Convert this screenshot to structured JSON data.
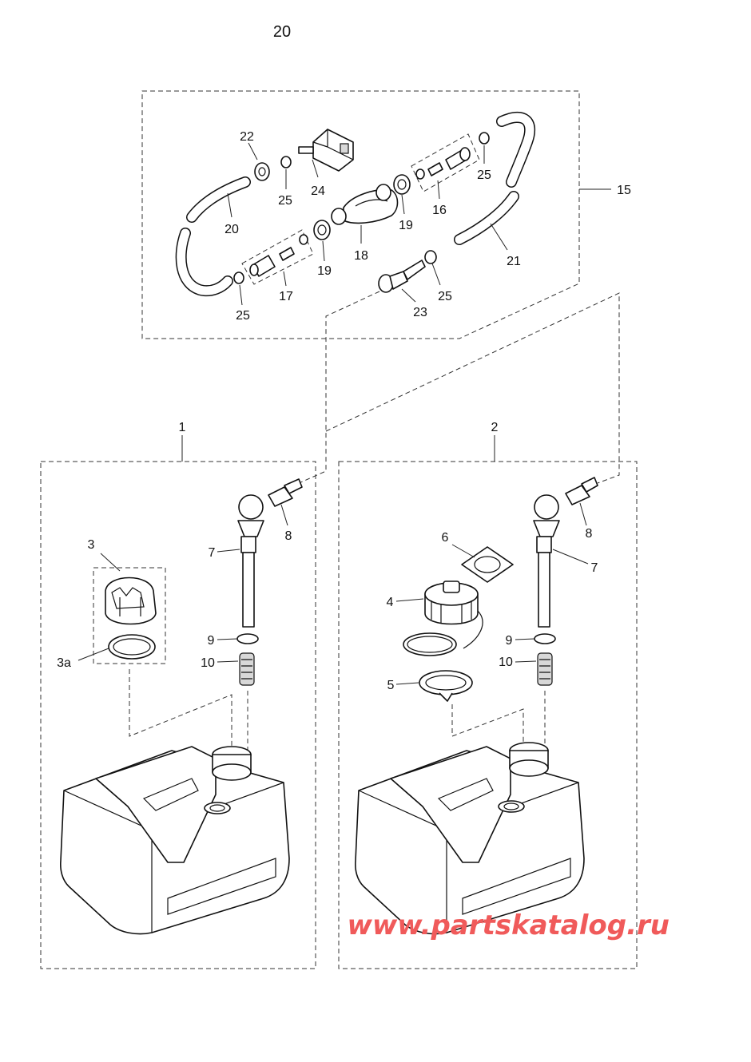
{
  "page": {
    "number": "20"
  },
  "watermark": {
    "text": "www.partskatalog.ru",
    "color": "#f05a5a"
  },
  "callouts": {
    "c1": "1",
    "c2": "2",
    "c3": "3",
    "c3a": "3a",
    "c4": "4",
    "c5": "5",
    "c6": "6",
    "c7a": "7",
    "c7b": "7",
    "c8a": "8",
    "c8b": "8",
    "c9a": "9",
    "c9b": "9",
    "c10a": "10",
    "c10b": "10",
    "c15": "15",
    "c16": "16",
    "c17": "17",
    "c18": "18",
    "c19a": "19",
    "c19b": "19",
    "c20": "20",
    "c21": "21",
    "c22": "22",
    "c23": "23",
    "c24": "24",
    "c25a": "25",
    "c25b": "25",
    "c25c": "25",
    "c25d": "25"
  }
}
